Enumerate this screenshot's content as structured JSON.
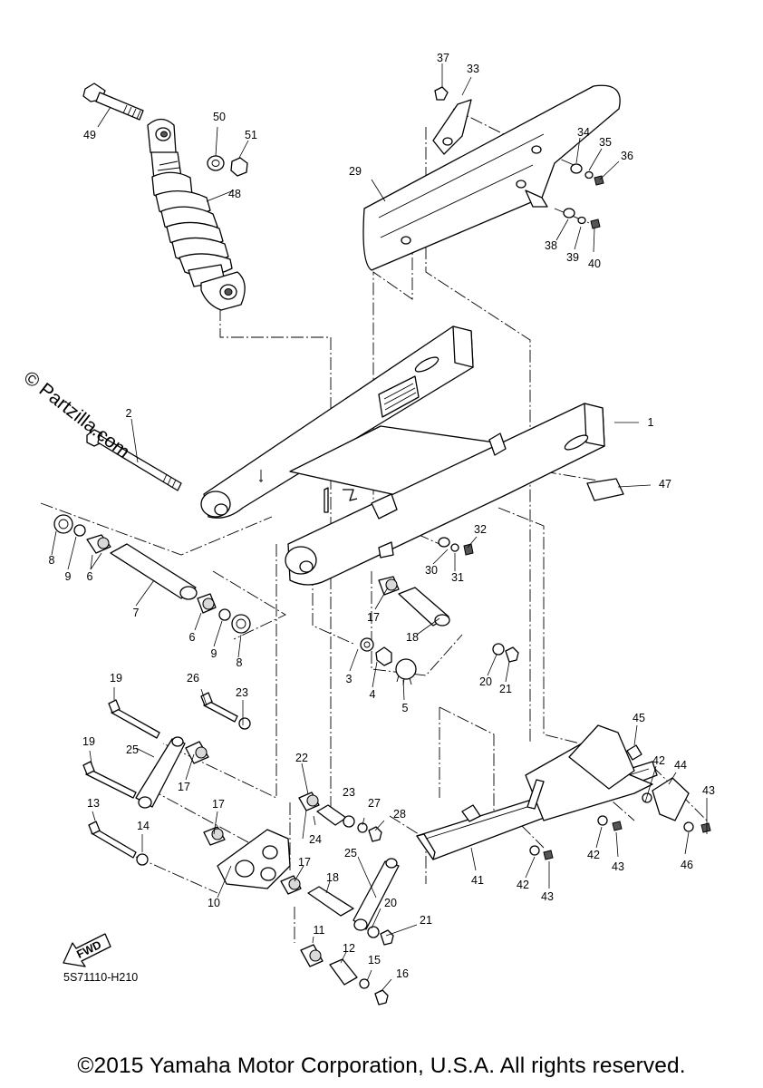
{
  "watermark": "© Partzilla.com",
  "diagram_code": "5S71110-H210",
  "fwd_label": "FWD",
  "copyright": "©2015 Yamaha Motor Corporation, U.S.A. All rights reserved.",
  "callouts": {
    "c1": "1",
    "c2": "2",
    "c3": "3",
    "c4": "4",
    "c5": "5",
    "c6a": "6",
    "c6b": "6",
    "c7": "7",
    "c8a": "8",
    "c8b": "8",
    "c9a": "9",
    "c9b": "9",
    "c10": "10",
    "c11": "11",
    "c12": "12",
    "c13": "13",
    "c14": "14",
    "c15": "15",
    "c16": "16",
    "c17a": "17",
    "c17b": "17",
    "c17c": "17",
    "c17d": "17",
    "c18a": "18",
    "c18b": "18",
    "c19a": "19",
    "c19b": "19",
    "c20a": "20",
    "c20b": "20",
    "c21a": "21",
    "c21b": "21",
    "c22": "22",
    "c23a": "23",
    "c23b": "23",
    "c24": "24",
    "c25a": "25",
    "c25b": "25",
    "c26": "26",
    "c27": "27",
    "c28": "28",
    "c29": "29",
    "c30": "30",
    "c31": "31",
    "c32": "32",
    "c33": "33",
    "c34": "34",
    "c35": "35",
    "c36": "36",
    "c37": "37",
    "c38": "38",
    "c39": "39",
    "c40": "40",
    "c41": "41",
    "c42a": "42",
    "c42b": "42",
    "c42c": "42",
    "c43a": "43",
    "c43b": "43",
    "c43c": "43",
    "c44": "44",
    "c45": "45",
    "c46": "46",
    "c47": "47",
    "c48": "48",
    "c49": "49",
    "c50": "50",
    "c51": "51"
  }
}
